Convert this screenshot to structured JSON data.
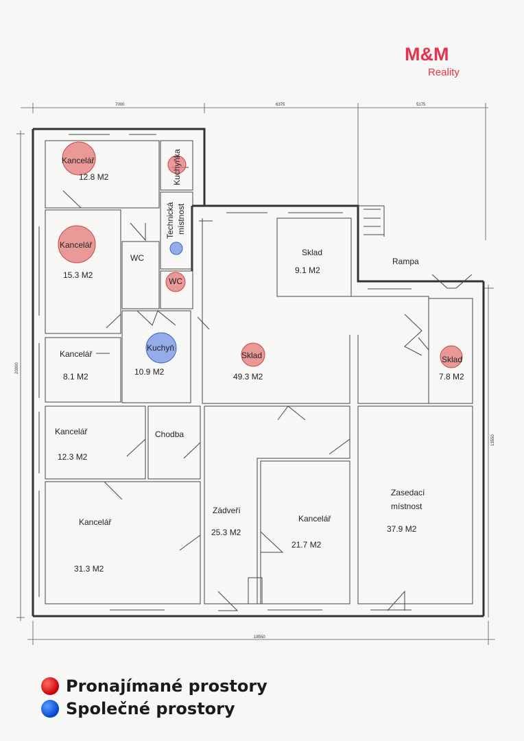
{
  "logo": {
    "brand": "M&M",
    "sub": "Reality"
  },
  "dimensions": {
    "top1": "7000",
    "top2": "6375",
    "top3": "5175",
    "bottom": "18550",
    "left": "20000",
    "right": "13550"
  },
  "rooms": {
    "kancelar1": {
      "name": "Kancelář",
      "area": "12.8 M2"
    },
    "kuchynka": {
      "name": "Kuchyňka"
    },
    "technicka": {
      "name1": "Technická",
      "name2": "místnost"
    },
    "kancelar2": {
      "name": "Kancelář",
      "area": "15.3 M2"
    },
    "wc1": {
      "name": "WC"
    },
    "wc2": {
      "name": "WC"
    },
    "sklad1": {
      "name": "Sklad",
      "area": "9.1 M2"
    },
    "rampa": {
      "name": "Rampa"
    },
    "kancelar3": {
      "name": "Kancelář",
      "area": "8.1 M2"
    },
    "kuchyn": {
      "name": "Kuchyň",
      "area": "10.9 M2"
    },
    "sklad2": {
      "name": "Sklad",
      "area": "49.3 M2"
    },
    "sklad3": {
      "name": "Sklad",
      "area": "7.8 M2"
    },
    "kancelar4": {
      "name": "Kancelář",
      "area": "12.3 M2"
    },
    "chodba": {
      "name": "Chodba"
    },
    "kancelar5": {
      "name": "Kancelář",
      "area": "31.3 M2"
    },
    "zadveri": {
      "name": "Zádveří",
      "area": "25.3 M2"
    },
    "kancelar6": {
      "name": "Kancelář",
      "area": "21.7 M2"
    },
    "zasedaci": {
      "name1": "Zasedací",
      "name2": "místnost",
      "area": "37.9 M2"
    }
  },
  "legend": {
    "rented": "Pronajímané prostory",
    "shared": "Společné prostory"
  },
  "colors": {
    "rented": "#e8314a",
    "shared": "#0044c8"
  }
}
